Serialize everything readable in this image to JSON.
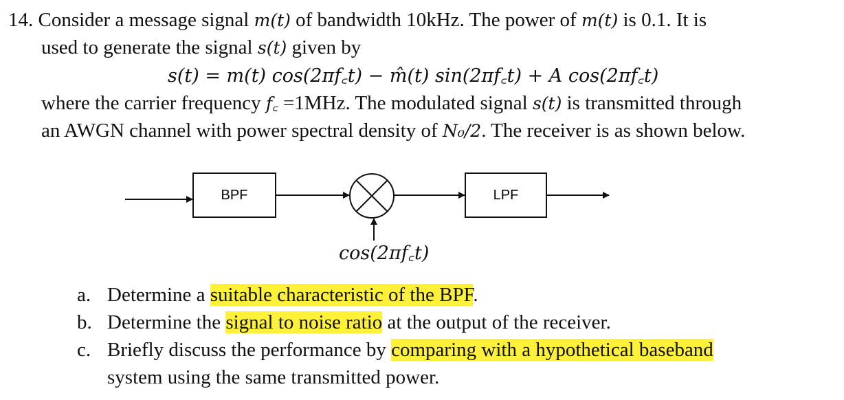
{
  "problem": {
    "number": "14.",
    "line1_text": "Consider a message signal",
    "m_of_t": "m(t)",
    "line1_text2": "of bandwidth 10kHz. The power of",
    "line1_text3": "is 0.1. It is",
    "line2_text": "used to generate the signal",
    "s_of_t": "s(t)",
    "line2_text2": "given by",
    "equation": "s(t) = m(t) cos(2πf꜀t) − m̂(t) sin(2πf꜀t) + A cos(2πf꜀t)",
    "line4_text": "where the carrier frequency",
    "fc_symbol": "f꜀",
    "line4_text2": "=1MHz. The modulated signal",
    "line4_text3": "is transmitted through",
    "line5_text": "an AWGN channel with power spectral density of",
    "psd": "N₀/2",
    "line5_text2": ". The receiver is as shown below."
  },
  "diagram": {
    "bpf_label": "BPF",
    "lpf_label": "LPF",
    "mixer_input_label": "cos(2πf꜀t)"
  },
  "questions": [
    {
      "label": "a.",
      "pre": "Determine a ",
      "highlight": "suitable characteristic of the BPF",
      "post": "."
    },
    {
      "label": "b.",
      "pre": "Determine the ",
      "highlight": "signal to noise ratio",
      "post": " at the output of the receiver."
    },
    {
      "label": "c.",
      "pre": "Briefly discuss the performance by ",
      "highlight": "comparing with a hypothetical baseband",
      "post": ""
    },
    {
      "label": "",
      "pre": "system using the same transmitted power.",
      "highlight": "",
      "post": ""
    }
  ],
  "colors": {
    "highlight": "#fff13a",
    "text": "#111111"
  }
}
